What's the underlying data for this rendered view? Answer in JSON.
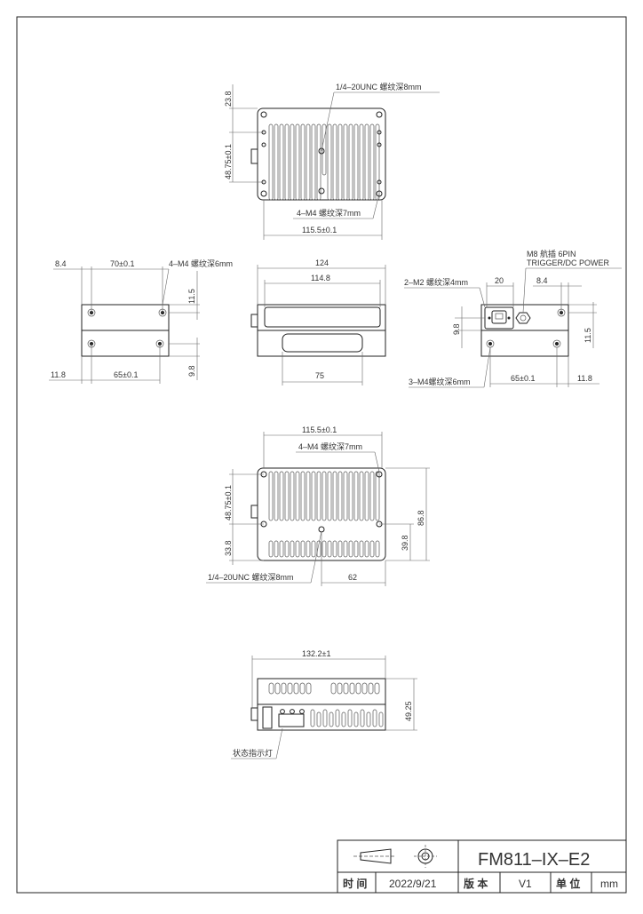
{
  "top_view": {
    "dim_top_offset": "23.8",
    "hole_note": "1/4–20UNC 螺纹深8mm",
    "dim_hole_spacing": "48.75±0.1",
    "m4_note": "4–M4 螺纹深7mm",
    "dim_width": "115.5±0.1"
  },
  "left_view": {
    "dim_edge": "8.4",
    "dim_hole_span": "70±0.1",
    "m4_note": "4–M4 螺纹深6mm",
    "dim_top": "11.5",
    "dim_bottom_edge": "11.8",
    "dim_bottom_span": "65±0.1",
    "dim_bottom": "9.8"
  },
  "front_view": {
    "dim_overall": "124",
    "dim_inner": "114.8",
    "dim_window": "75"
  },
  "right_view": {
    "connector_note_line1": "M8 航插 6PIN",
    "connector_note_line2": "TRIGGER/DC POWER",
    "m2_note": "2–M2 螺纹深4mm",
    "dim_20": "20",
    "dim_edge": "8.4",
    "dim_left_height": "9.8",
    "dim_right_height": "11.5",
    "m4_note": "3–M4螺纹深6mm",
    "dim_span": "65±0.1",
    "dim_edge2": "11.8"
  },
  "bottom_view": {
    "dim_width": "115.5±0.1",
    "m4_note": "4–M4 螺纹深7mm",
    "dim_hole_spacing": "48.75±0.1",
    "dim_height": "86.8",
    "dim_left_low": "33.8",
    "dim_right_low": "39.8",
    "hole_note": "1/4–20UNC 螺纹深8mm",
    "dim_62": "62"
  },
  "side_view": {
    "dim_length": "132.2±1",
    "dim_height": "49.25",
    "indicator_note": "状态指示灯"
  },
  "title_block": {
    "part_number": "FM811–IX–E2",
    "time_label": "时 间",
    "date": "2022/9/21",
    "version_label": "版 本",
    "version": "V1",
    "unit_label": "单 位",
    "unit": "mm"
  }
}
